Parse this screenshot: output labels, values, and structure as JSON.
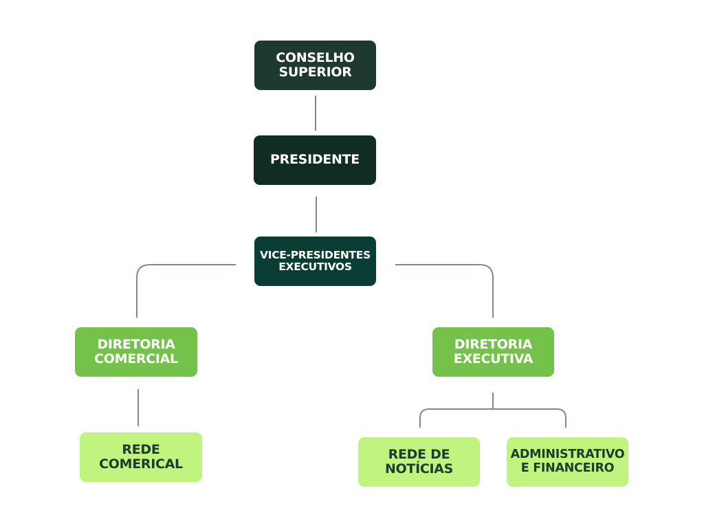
{
  "org_chart": {
    "nodes": {
      "conselho": "CONSELHO\nSUPERIOR",
      "presidente": "PRESIDENTE",
      "vice_presidentes": "VICE-PRESIDENTES\nEXECUTIVOS",
      "diretoria_comercial": "DIRETORIA\nCOMERCIAL",
      "diretoria_executiva": "DIRETORIA\nEXECUTIVA",
      "rede_comercial": "REDE COMERICAL",
      "rede_noticias": "REDE DE\nNOTÍCIAS",
      "administrativo": "ADMINISTRATIVO\nE FINANCEIRO"
    },
    "colors": {
      "top_level": "#1e3a2f",
      "president": "#0f2d24",
      "vice": "#0a3d33",
      "directorate": "#74c24a",
      "unit": "#c0f47e",
      "connector": "#7a8a9c"
    }
  }
}
